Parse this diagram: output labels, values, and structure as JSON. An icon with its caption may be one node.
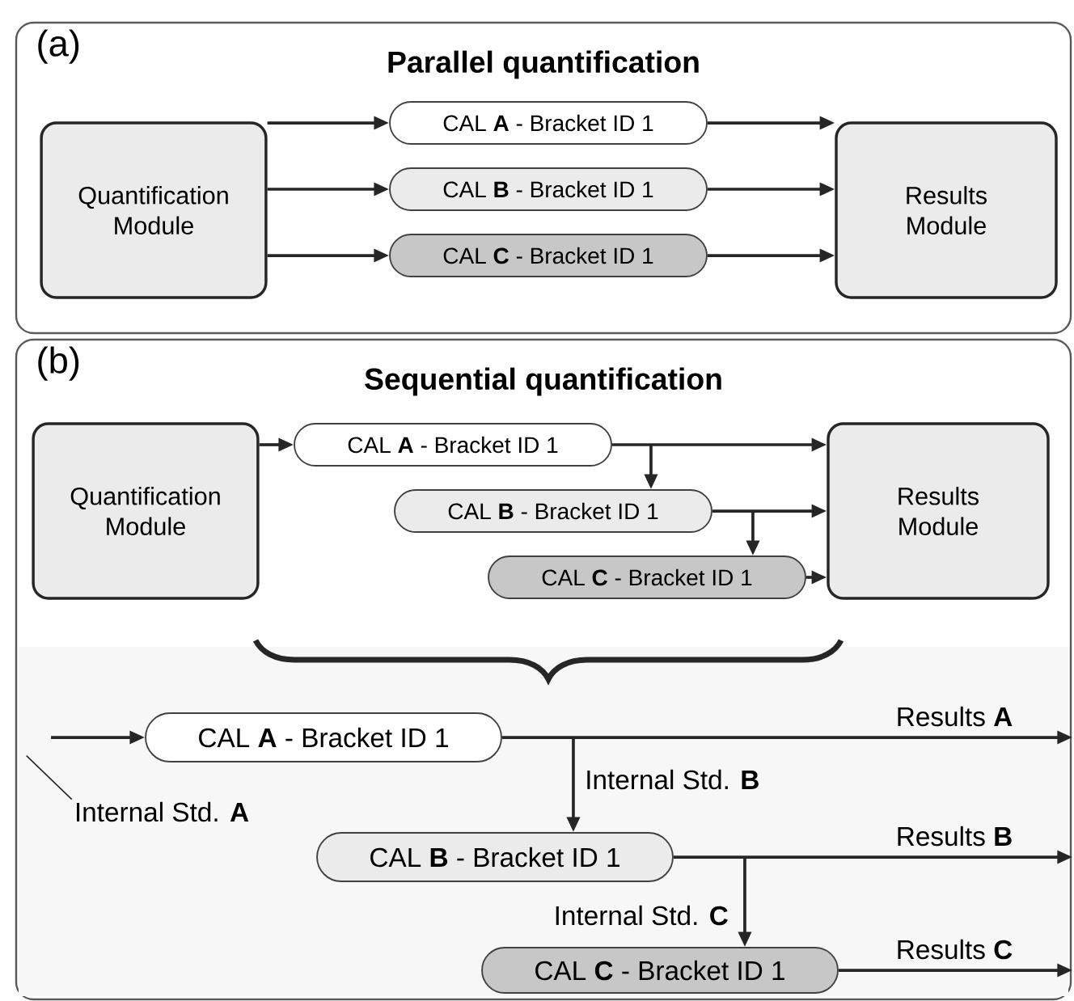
{
  "diagram": {
    "nodes": [
      {
        "text": [
          "(a)",
          "Parallel quantification"
        ]
      },
      {
        "text": [
          "Quantification Module"
        ],
        "in": 0
      },
      {
        "text": [
          "CAL **A** - Bracket ID 1"
        ],
        "in": 0
      },
      {
        "text": [
          "CAL **B** - Bracket ID 1"
        ],
        "in": 0
      },
      {
        "text": [
          "CAL **C** - Bracket ID 1"
        ],
        "in": 0
      },
      {
        "text": [
          "Results Module"
        ],
        "in": 0
      },
      {
        "text": [
          "(b)",
          "Sequential quantification"
        ]
      },
      {
        "text": [
          "Quantification Module"
        ],
        "in": 6
      },
      {
        "text": [
          "CAL **A** - Bracket ID 1"
        ],
        "in": 6
      },
      {
        "text": [
          "CAL **B** - Bracket ID 1"
        ],
        "in": 6
      },
      {
        "text": [
          "CAL **C** - Bracket ID 1"
        ],
        "in": 6
      },
      {
        "text": [
          "Results Module"
        ],
        "in": 6
      },
      {
        "text": [
          "CAL **A** - Bracket ID 1"
        ],
        "in": 6
      },
      {
        "text": [
          "CAL **B** - Bracket ID 1"
        ],
        "in": 6
      },
      {
        "text": [
          "CAL **C** - Bracket ID 1"
        ],
        "in": 6
      },
      {
        "text": [
          "Internal Std. **A**"
        ],
        "in": 6
      }
    ],
    "edges": [
      {
        "from": 1,
        "to": 2,
        "arrow": "to"
      },
      {
        "from": 1,
        "to": 3,
        "arrow": "to"
      },
      {
        "from": 1,
        "to": 4,
        "arrow": "to"
      },
      {
        "from": 2,
        "to": 5,
        "arrow": "to"
      },
      {
        "from": 3,
        "to": 5,
        "arrow": "to"
      },
      {
        "from": 4,
        "to": 5,
        "arrow": "to"
      },
      {
        "from": 7,
        "to": 8,
        "arrow": "to"
      },
      {
        "from": 8,
        "to": 11,
        "arrow": "to"
      },
      {
        "from": 8,
        "to": 9,
        "arrow": "to"
      },
      {
        "from": 9,
        "to": 11,
        "arrow": "to"
      },
      {
        "from": 9,
        "to": 10,
        "arrow": "to"
      },
      {
        "from": 10,
        "to": 11,
        "arrow": "to"
      },
      {
        "from": null,
        "to": 12,
        "arrow": "to"
      },
      {
        "from": 15,
        "to": null,
        "arrow": "none"
      },
      {
        "from": 12,
        "to": null,
        "arrow": "to",
        "label": "Results **A**"
      },
      {
        "from": 12,
        "to": 13,
        "arrow": "to",
        "label": "Internal Std. **B**"
      },
      {
        "from": 13,
        "to": null,
        "arrow": "to",
        "label": "Results **B**"
      },
      {
        "from": 13,
        "to": 14,
        "arrow": "to",
        "label": "Internal Std. **C**"
      },
      {
        "from": 14,
        "to": null,
        "arrow": "to",
        "label": "Results **C**"
      }
    ]
  }
}
